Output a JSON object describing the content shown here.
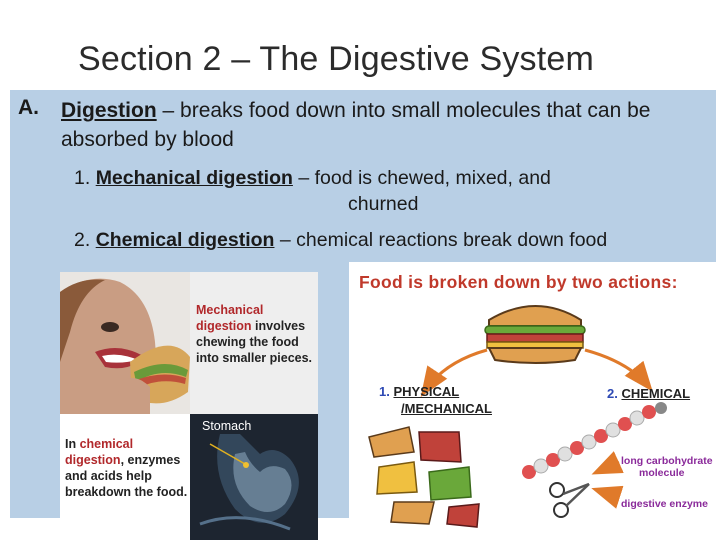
{
  "slide": {
    "title": "Section 2 – The Digestive System",
    "point_a": {
      "marker": "A.",
      "term": "Digestion",
      "rest": " – breaks food down into small molecules that can be absorbed by blood"
    },
    "sub1": {
      "prefix": "1. ",
      "term": "Mechanical digestion",
      "rest": " – food is chewed, mixed, and",
      "rest2": "churned"
    },
    "sub2": {
      "prefix": "2. ",
      "term": "Chemical digestion",
      "rest": " – chemical reactions break down food"
    }
  },
  "left_top": {
    "line1": "Mechanical",
    "line2a": "digestion",
    "line2b": " involves",
    "line3": "chewing the food",
    "line4": "into smaller pieces."
  },
  "left_bottom": {
    "line1a": "In ",
    "line1b": "chemical",
    "line2a": "digestion",
    "line2b": ", enzymes",
    "line3": "and acids help",
    "line4": "breakdown the food.",
    "stomach_label": "Stomach"
  },
  "figure": {
    "title": "Food is broken down by two actions:",
    "label1_num": "1.",
    "label1_a": "PHYSICAL",
    "label1_b": "/MECHANICAL",
    "label2_num": "2.",
    "label2": "CHEMICAL",
    "arrow1_a": "long carbohydrate",
    "arrow1_b": "molecule",
    "arrow2": "digestive enzyme"
  },
  "colors": {
    "content_bg": "#b8cfe5",
    "figure_title": "#c0392b",
    "accent_red": "#b1282b"
  }
}
